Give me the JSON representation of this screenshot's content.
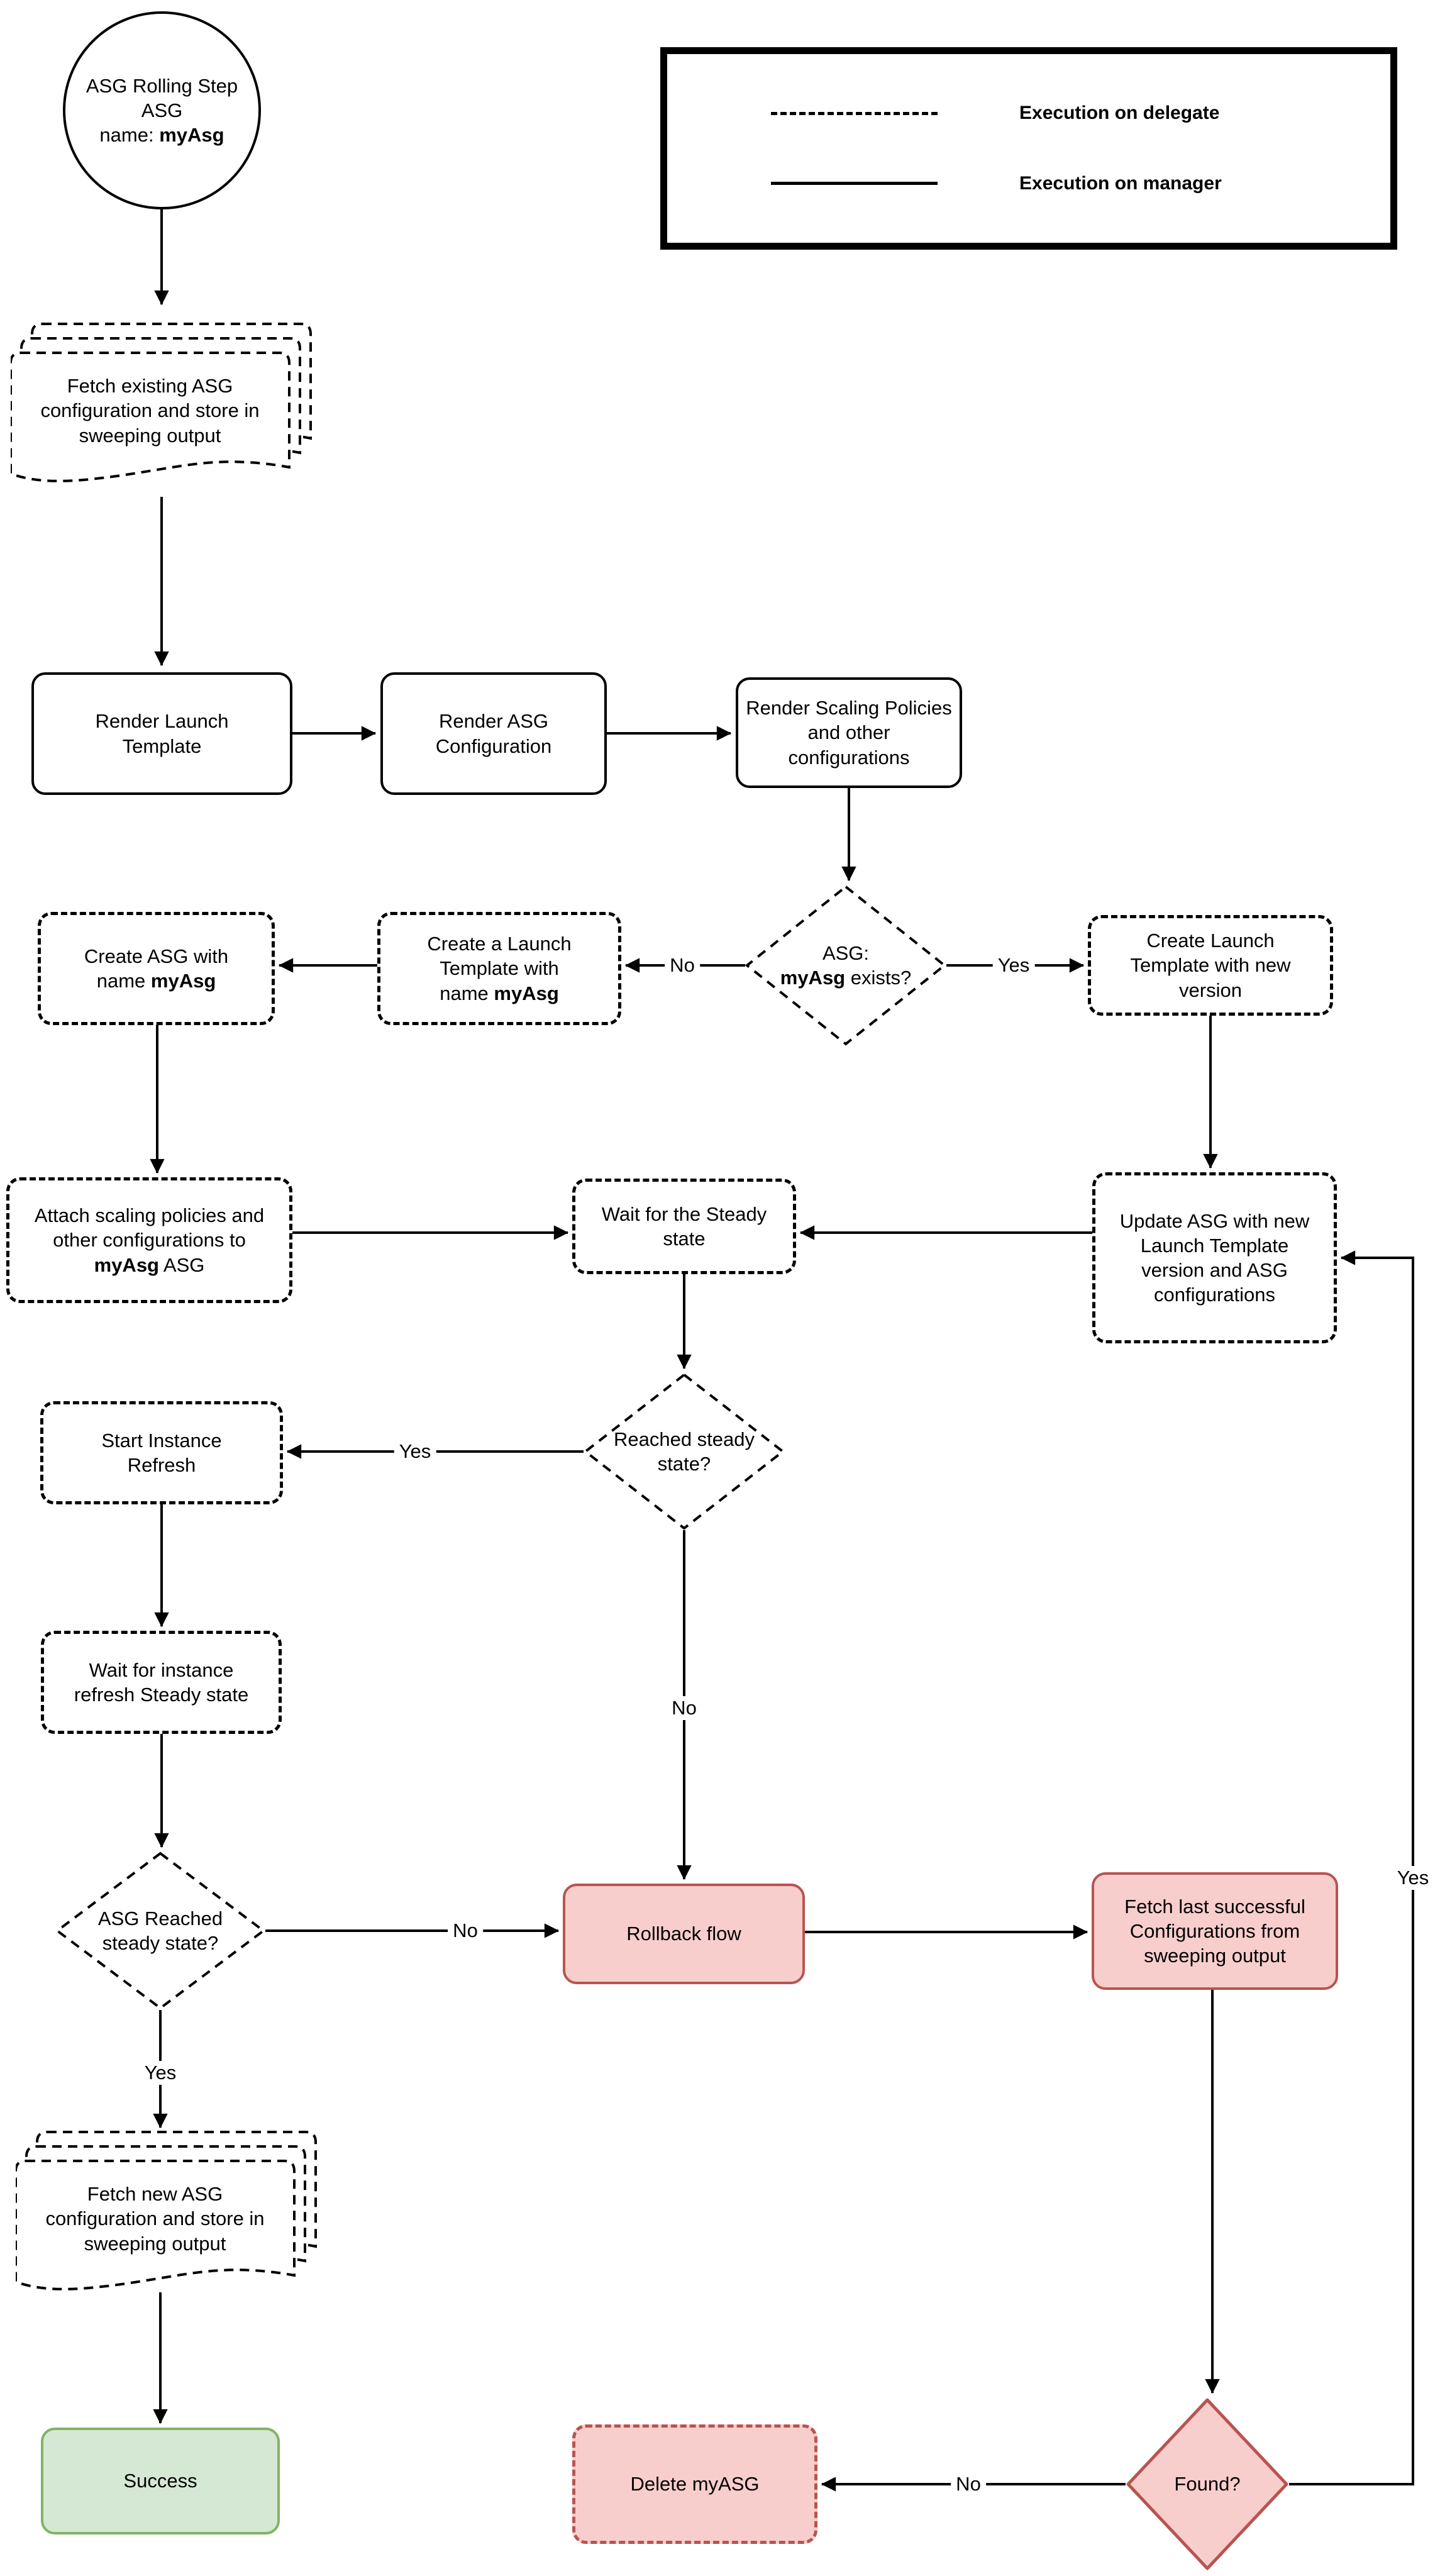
{
  "legend": {
    "items": [
      {
        "style": "dashed",
        "label": "Execution on delegate"
      },
      {
        "style": "solid",
        "label": "Execution on manager"
      }
    ]
  },
  "nodes": {
    "start": {
      "line1": "ASG Rolling Step",
      "line2": "ASG",
      "name_prefix": "name: ",
      "name_bold": "myAsg"
    },
    "fetch_existing": {
      "label": "Fetch existing ASG configuration and store in sweeping output"
    },
    "render_launch_template": {
      "label": "Render Launch Template"
    },
    "render_asg_configuration": {
      "label": "Render ASG Configuration"
    },
    "render_scaling_policies": {
      "label": "Render Scaling Policies and other configurations"
    },
    "asg_exists": {
      "line1": "ASG:",
      "bold": "myAsg",
      "suffix": " exists?"
    },
    "create_launch_template": {
      "prefix": "Create a Launch Template with name ",
      "bold": "myAsg"
    },
    "create_asg": {
      "prefix": "Create ASG with name ",
      "bold": "myAsg"
    },
    "create_launch_template_new": {
      "label": "Create Launch Template with new version"
    },
    "attach_scaling_policies": {
      "prefix": "Attach scaling policies and other configurations to ",
      "bold": "myAsg",
      "suffix": " ASG"
    },
    "wait_steady": {
      "label": "Wait for the Steady state"
    },
    "update_asg": {
      "label": "Update ASG with new Launch Template version and ASG configurations"
    },
    "reached_steady": {
      "label": "Reached steady state?"
    },
    "start_instance_refresh": {
      "label": "Start Instance Refresh"
    },
    "wait_instance_refresh": {
      "label": "Wait for instance refresh Steady state"
    },
    "asg_reached_steady": {
      "label": "ASG Reached steady state?"
    },
    "rollback": {
      "label": "Rollback flow"
    },
    "fetch_last": {
      "label": "Fetch last successful Configurations from sweeping output"
    },
    "fetch_new": {
      "label": "Fetch new ASG configuration and store in sweeping output"
    },
    "success": {
      "label": "Success"
    },
    "delete_asg": {
      "label": "Delete myASG"
    },
    "found": {
      "label": "Found?"
    }
  },
  "edge_labels": {
    "no1": "No",
    "yes1": "Yes",
    "yes2": "Yes",
    "no2": "No",
    "no3": "No",
    "yes3": "Yes",
    "no4": "No",
    "yes4": "Yes"
  },
  "colors": {
    "stroke": "#000000",
    "danger_fill": "#f8cecc",
    "danger_border": "#b85450",
    "success_fill": "#d5e8d4",
    "success_border": "#82b366"
  }
}
